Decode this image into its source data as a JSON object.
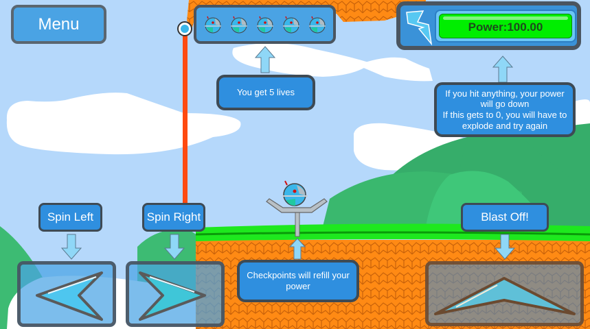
{
  "game": {
    "menu_label": "Menu",
    "lives": {
      "count": 5,
      "icon": "robot-ball-icon"
    },
    "power": {
      "label": "Power:100.00",
      "value": 100.0,
      "max": 100.0,
      "icon": "lightning-icon"
    }
  },
  "tooltips": {
    "lives": "You get 5 lives",
    "power_line1": "If you hit anything, your power",
    "power_line2": "will go down",
    "power_line3": "If this gets to 0, you will have to",
    "power_line4": "explode and try again",
    "checkpoint_line1": "Checkpoints will refill your",
    "checkpoint_line2": "power"
  },
  "controls": {
    "spin_left": "Spin Left",
    "spin_right": "Spin Right",
    "blast_off": "Blast Off!"
  },
  "colors": {
    "sky": "#b5d8fb",
    "grass": "#1ee81e",
    "dirt": "#ff8a14",
    "hill": "#3dbb73",
    "power_fill": "#00ee00",
    "rope": "#ff4a10",
    "panel": "#2f8fdf"
  }
}
